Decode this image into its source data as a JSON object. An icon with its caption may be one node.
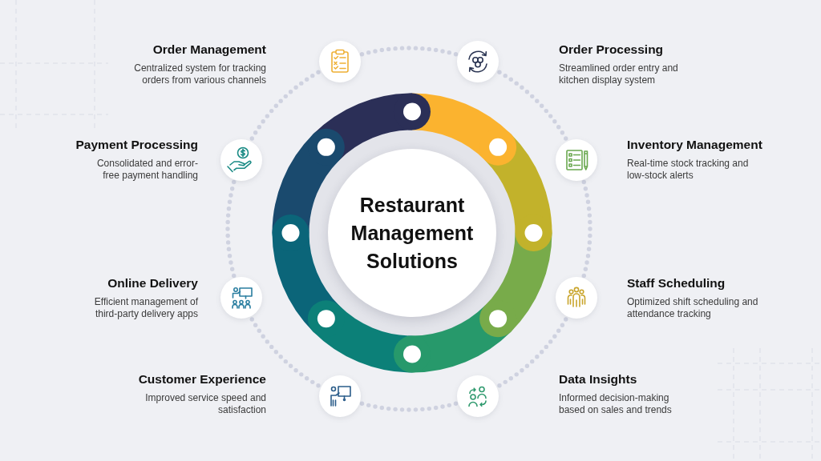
{
  "diagram": {
    "nodes": [
      {
        "text": [
          "Order Management",
          "Centralized system for tracking orders from various channels"
        ]
      },
      {
        "text": [
          "Order Processing",
          "Streamlined order entry and kitchen display system"
        ]
      },
      {
        "text": [
          "Payment Processing",
          "Consolidated and error-free payment handling"
        ]
      },
      {
        "text": [
          "Inventory Management",
          "Real-time stock tracking and low-stock alerts"
        ]
      },
      {
        "text": [
          "Restaurant Management Solutions"
        ]
      },
      {
        "text": [
          "Online Delivery",
          "Efficient management of third-party delivery apps"
        ]
      },
      {
        "text": [
          "Staff Scheduling",
          "Optimized shift scheduling and attendance tracking"
        ]
      },
      {
        "text": [
          "Customer Experience",
          "Improved service speed and satisfaction"
        ]
      },
      {
        "text": [
          "Data Insights",
          "Informed decision-making based on sales and trends"
        ]
      }
    ]
  }
}
